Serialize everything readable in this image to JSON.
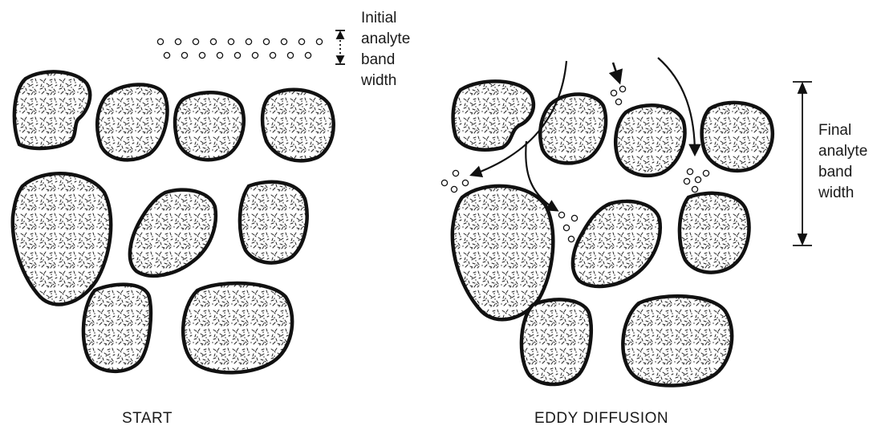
{
  "labels": {
    "initial_band": "Initial\nanalyte\nband\nwidth",
    "final_band": "Final\nanalyte\nband\nwidth",
    "start_caption": "START",
    "eddy_caption": "EDDY DIFFUSION"
  },
  "colors": {
    "ink": "#111111",
    "particle_fill": "#ffffff",
    "background": "#ffffff"
  },
  "icons": {
    "particle": "stippled-packing-particle",
    "analyte": "analyte-molecule-circle",
    "flow": "flow-path-arrow"
  }
}
